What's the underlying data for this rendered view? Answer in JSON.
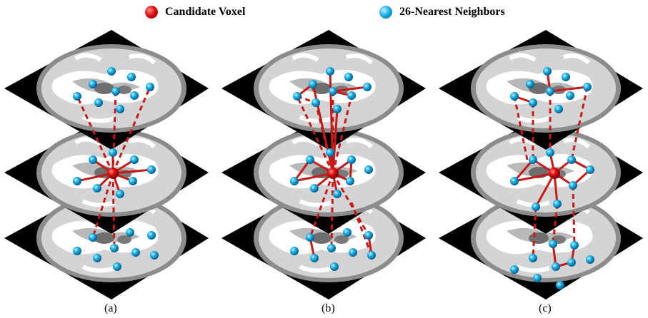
{
  "legend": {
    "candidate_label": "Candidate Voxel",
    "neighbors_label": "26-Nearest Neighbors",
    "candidate_color": "#e01010",
    "neighbor_color": "#1ab0ea"
  },
  "panels": [
    {
      "label": "(a)"
    },
    {
      "label": "(b)"
    },
    {
      "label": "(c)"
    }
  ],
  "colors": {
    "slice_background": "#000000",
    "gray_matter": "#8c8c8c",
    "brain_tissue": "#d4d4d4",
    "white_matter": "#ffffff",
    "link": "#c81818"
  }
}
